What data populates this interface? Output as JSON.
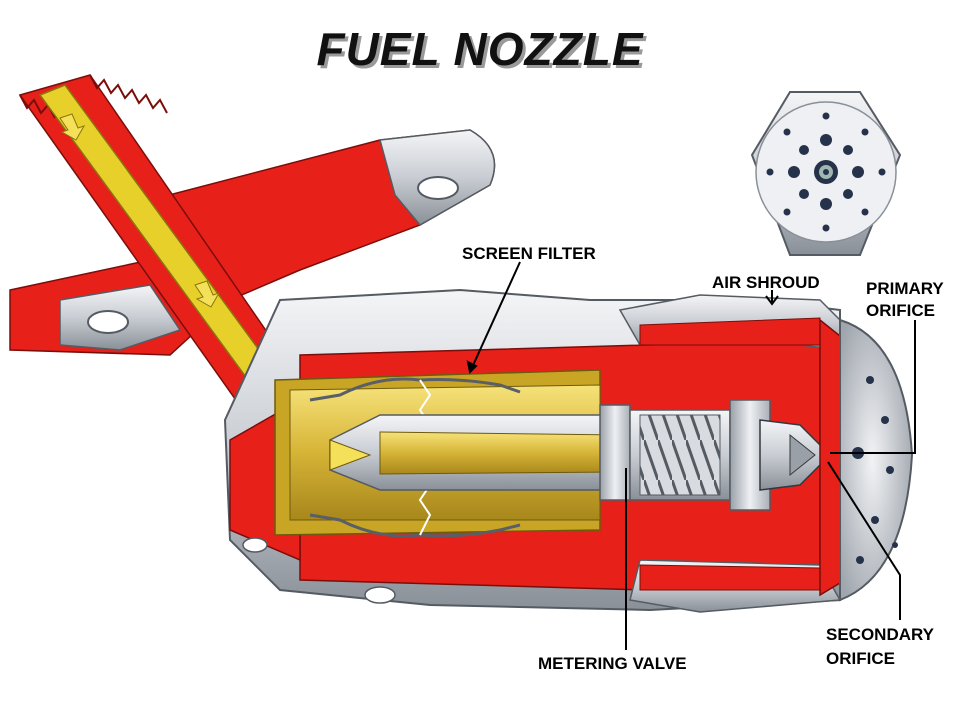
{
  "title": "FUEL NOZZLE",
  "labels": {
    "screen_filter": "SCREEN FILTER",
    "air_shroud": "AIR SHROUD",
    "primary_orifice_line1": "PRIMARY",
    "primary_orifice_line2": "ORIFICE",
    "metering_valve": "METERING VALVE",
    "secondary_orifice_line1": "SECONDARY",
    "secondary_orifice_line2": "ORIFICE"
  },
  "colors": {
    "body_red": "#e8201a",
    "fuel_yellow": "#e8d02a",
    "brass": "#c9a526",
    "metal": "#c8ccd2",
    "metal_dark": "#7d838c",
    "leader": "#000000"
  }
}
